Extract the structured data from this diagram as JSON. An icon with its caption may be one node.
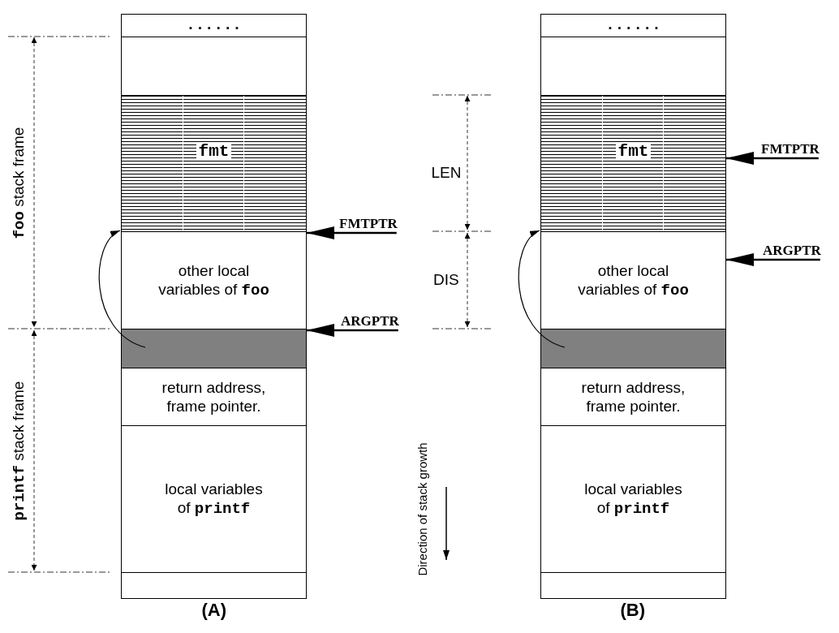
{
  "diagram": {
    "nodes": [
      {
        "text": [
          "......"
        ]
      },
      {
        "text": [],
        "shape": "box"
      },
      {
        "text": [
          "fmt"
        ]
      },
      {
        "text": [
          "other local variables of **foo**"
        ]
      },
      {
        "text": [],
        "shape": "box"
      },
      {
        "text": [
          "return address, frame pointer."
        ]
      },
      {
        "text": [
          "local variables of **printf**"
        ]
      },
      {
        "text": [],
        "shape": "box"
      },
      {
        "text": [
          "FMTPTR"
        ]
      },
      {
        "text": [
          "ARGPTR"
        ]
      },
      {
        "text": [
          "......"
        ]
      },
      {
        "text": [],
        "shape": "box"
      },
      {
        "text": [
          "fmt"
        ]
      },
      {
        "text": [
          "other local variables of **foo**"
        ]
      },
      {
        "text": [],
        "shape": "box"
      },
      {
        "text": [
          "return address, frame pointer."
        ]
      },
      {
        "text": [
          "local variables of **printf**"
        ]
      },
      {
        "text": [],
        "shape": "box"
      },
      {
        "text": [
          "FMTPTR"
        ]
      },
      {
        "text": [
          "ARGPTR"
        ]
      }
    ],
    "edges": [
      {
        "from": 8,
        "to": 3,
        "arrow": "to"
      },
      {
        "from": 9,
        "to": 4,
        "arrow": "to"
      },
      {
        "from": 4,
        "to": 2,
        "arrow": "to"
      },
      {
        "from": 18,
        "to": 12,
        "arrow": "to"
      },
      {
        "from": 19,
        "to": 13,
        "arrow": "to"
      },
      {
        "from": 14,
        "to": 12,
        "arrow": "to"
      }
    ],
    "labels": [
      "**foo** stack frame",
      "**printf** stack frame",
      "LEN",
      "DIS",
      "Direction of stack growth",
      "(A)",
      "(B)"
    ]
  }
}
